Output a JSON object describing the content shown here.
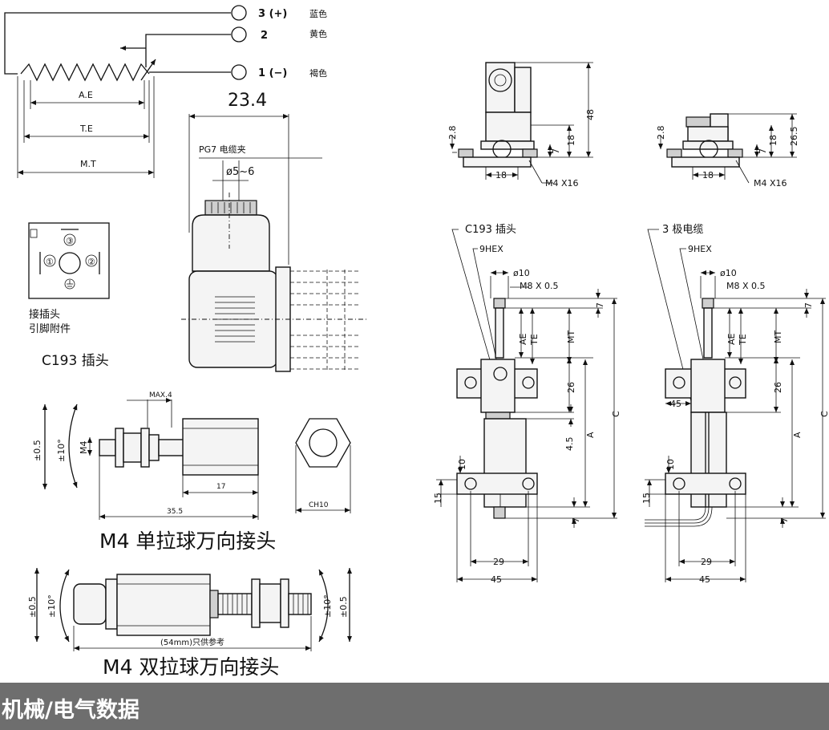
{
  "circuit": {
    "pin3": "3 (+)",
    "pin3_color": "蓝色",
    "pin2": "2",
    "pin2_color": "黄色",
    "pin1": "1 (−)",
    "pin1_color": "褐色",
    "ae": "A.E",
    "te": "T.E",
    "mt": "M.T"
  },
  "connector": {
    "dim_width": "23.4",
    "cable_gland": "PG7 电缆夹",
    "cable_diameter": "ø5~6",
    "pin_labels": [
      "③",
      "①",
      "②"
    ],
    "note_line1": "接插头",
    "note_line2": "引脚附件",
    "caption": "C193  插头"
  },
  "single_joint": {
    "angle1": "±0.5",
    "angle2": "±10°",
    "thread": "M4",
    "max": "MAX.4",
    "len_17": "17",
    "len_355": "35.5",
    "hex": "CH10",
    "caption": "M4 单拉球万向接头"
  },
  "double_joint": {
    "angle1": "±0.5",
    "angle2": "±10°",
    "length_note": "(54mm)只供参考",
    "caption": "M4 双拉球万向接头"
  },
  "top_views": {
    "left": {
      "h28": "2.8",
      "h48": "48",
      "h18": "18",
      "h7": "7",
      "w18": "18",
      "screw": "M4 X16"
    },
    "right": {
      "h28": "2.8",
      "h265": "26.5",
      "h18": "18",
      "h7": "7",
      "w18": "18",
      "screw": "M4 X16"
    }
  },
  "side_views": {
    "left": {
      "plug": "C193  插头",
      "hex": "9HEX",
      "dia": "ø10",
      "thread": "M8 X 0.5",
      "d7_top": "7",
      "ae": "AE",
      "te": "TE",
      "mt": "MT",
      "d26": "26",
      "d45v": "4.5",
      "a": "A",
      "c": "C",
      "d10": "10",
      "d15": "15",
      "d7_bot": "7",
      "w29": "29",
      "w45": "45"
    },
    "right": {
      "cable": "3 极电缆",
      "hex": "9HEX",
      "dia": "ø10",
      "thread": "M8 X 0.5",
      "d7_top": "7",
      "ae": "AE",
      "te": "TE",
      "mt": "MT",
      "d26": "26",
      "d45h": "45",
      "a": "A",
      "c": "C",
      "d10": "10",
      "d15": "15",
      "d7_bot": "7",
      "w29": "29",
      "w45": "45"
    }
  },
  "banner": "机械/电气数据"
}
